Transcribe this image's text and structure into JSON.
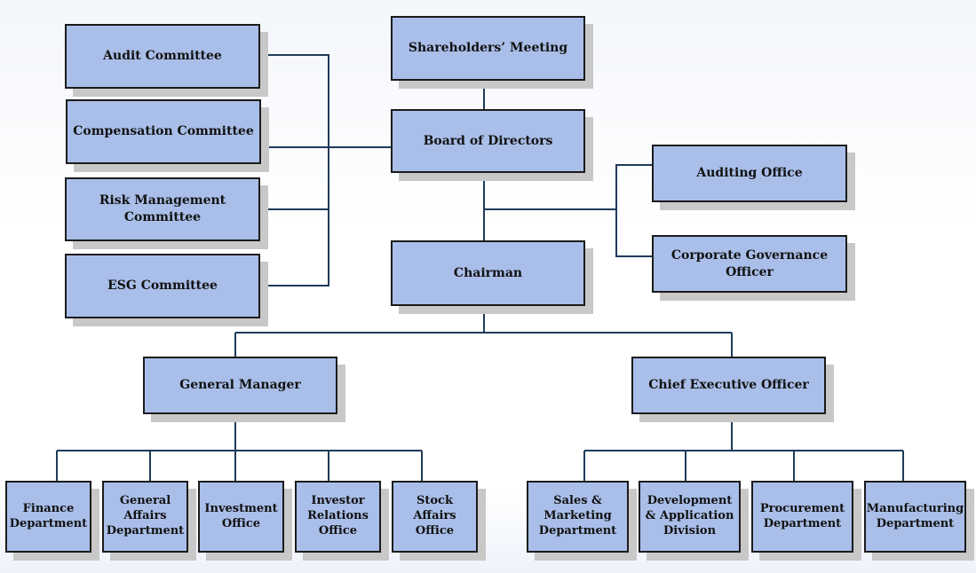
{
  "org_chart": {
    "shareholders": "Shareholders’ Meeting",
    "board": "Board of Directors",
    "chairman": "Chairman",
    "committees": {
      "audit": "Audit Committee",
      "compensation": "Compensation Committee",
      "risk": "Risk Management\nCommittee",
      "esg": "ESG Committee"
    },
    "auditing_office": "Auditing Office",
    "corporate_governance": "Corporate Governance\nOfficer",
    "general_manager": "General Manager",
    "ceo": "Chief Executive Officer",
    "gm_departments": {
      "finance": "Finance\nDepartment",
      "general_affairs": "General\nAffairs\nDepartment",
      "investment": "Investment\nOffice",
      "investor_relations": "Investor\nRelations\nOffice",
      "stock_affairs": "Stock\nAffairs\nOffice"
    },
    "ceo_departments": {
      "sales": "Sales &\nMarketing\nDepartment",
      "development": "Development\n& Application\nDivision",
      "procurement": "Procurement\nDepartment",
      "manufacturing": "Manufacturing\nDepartment"
    }
  }
}
